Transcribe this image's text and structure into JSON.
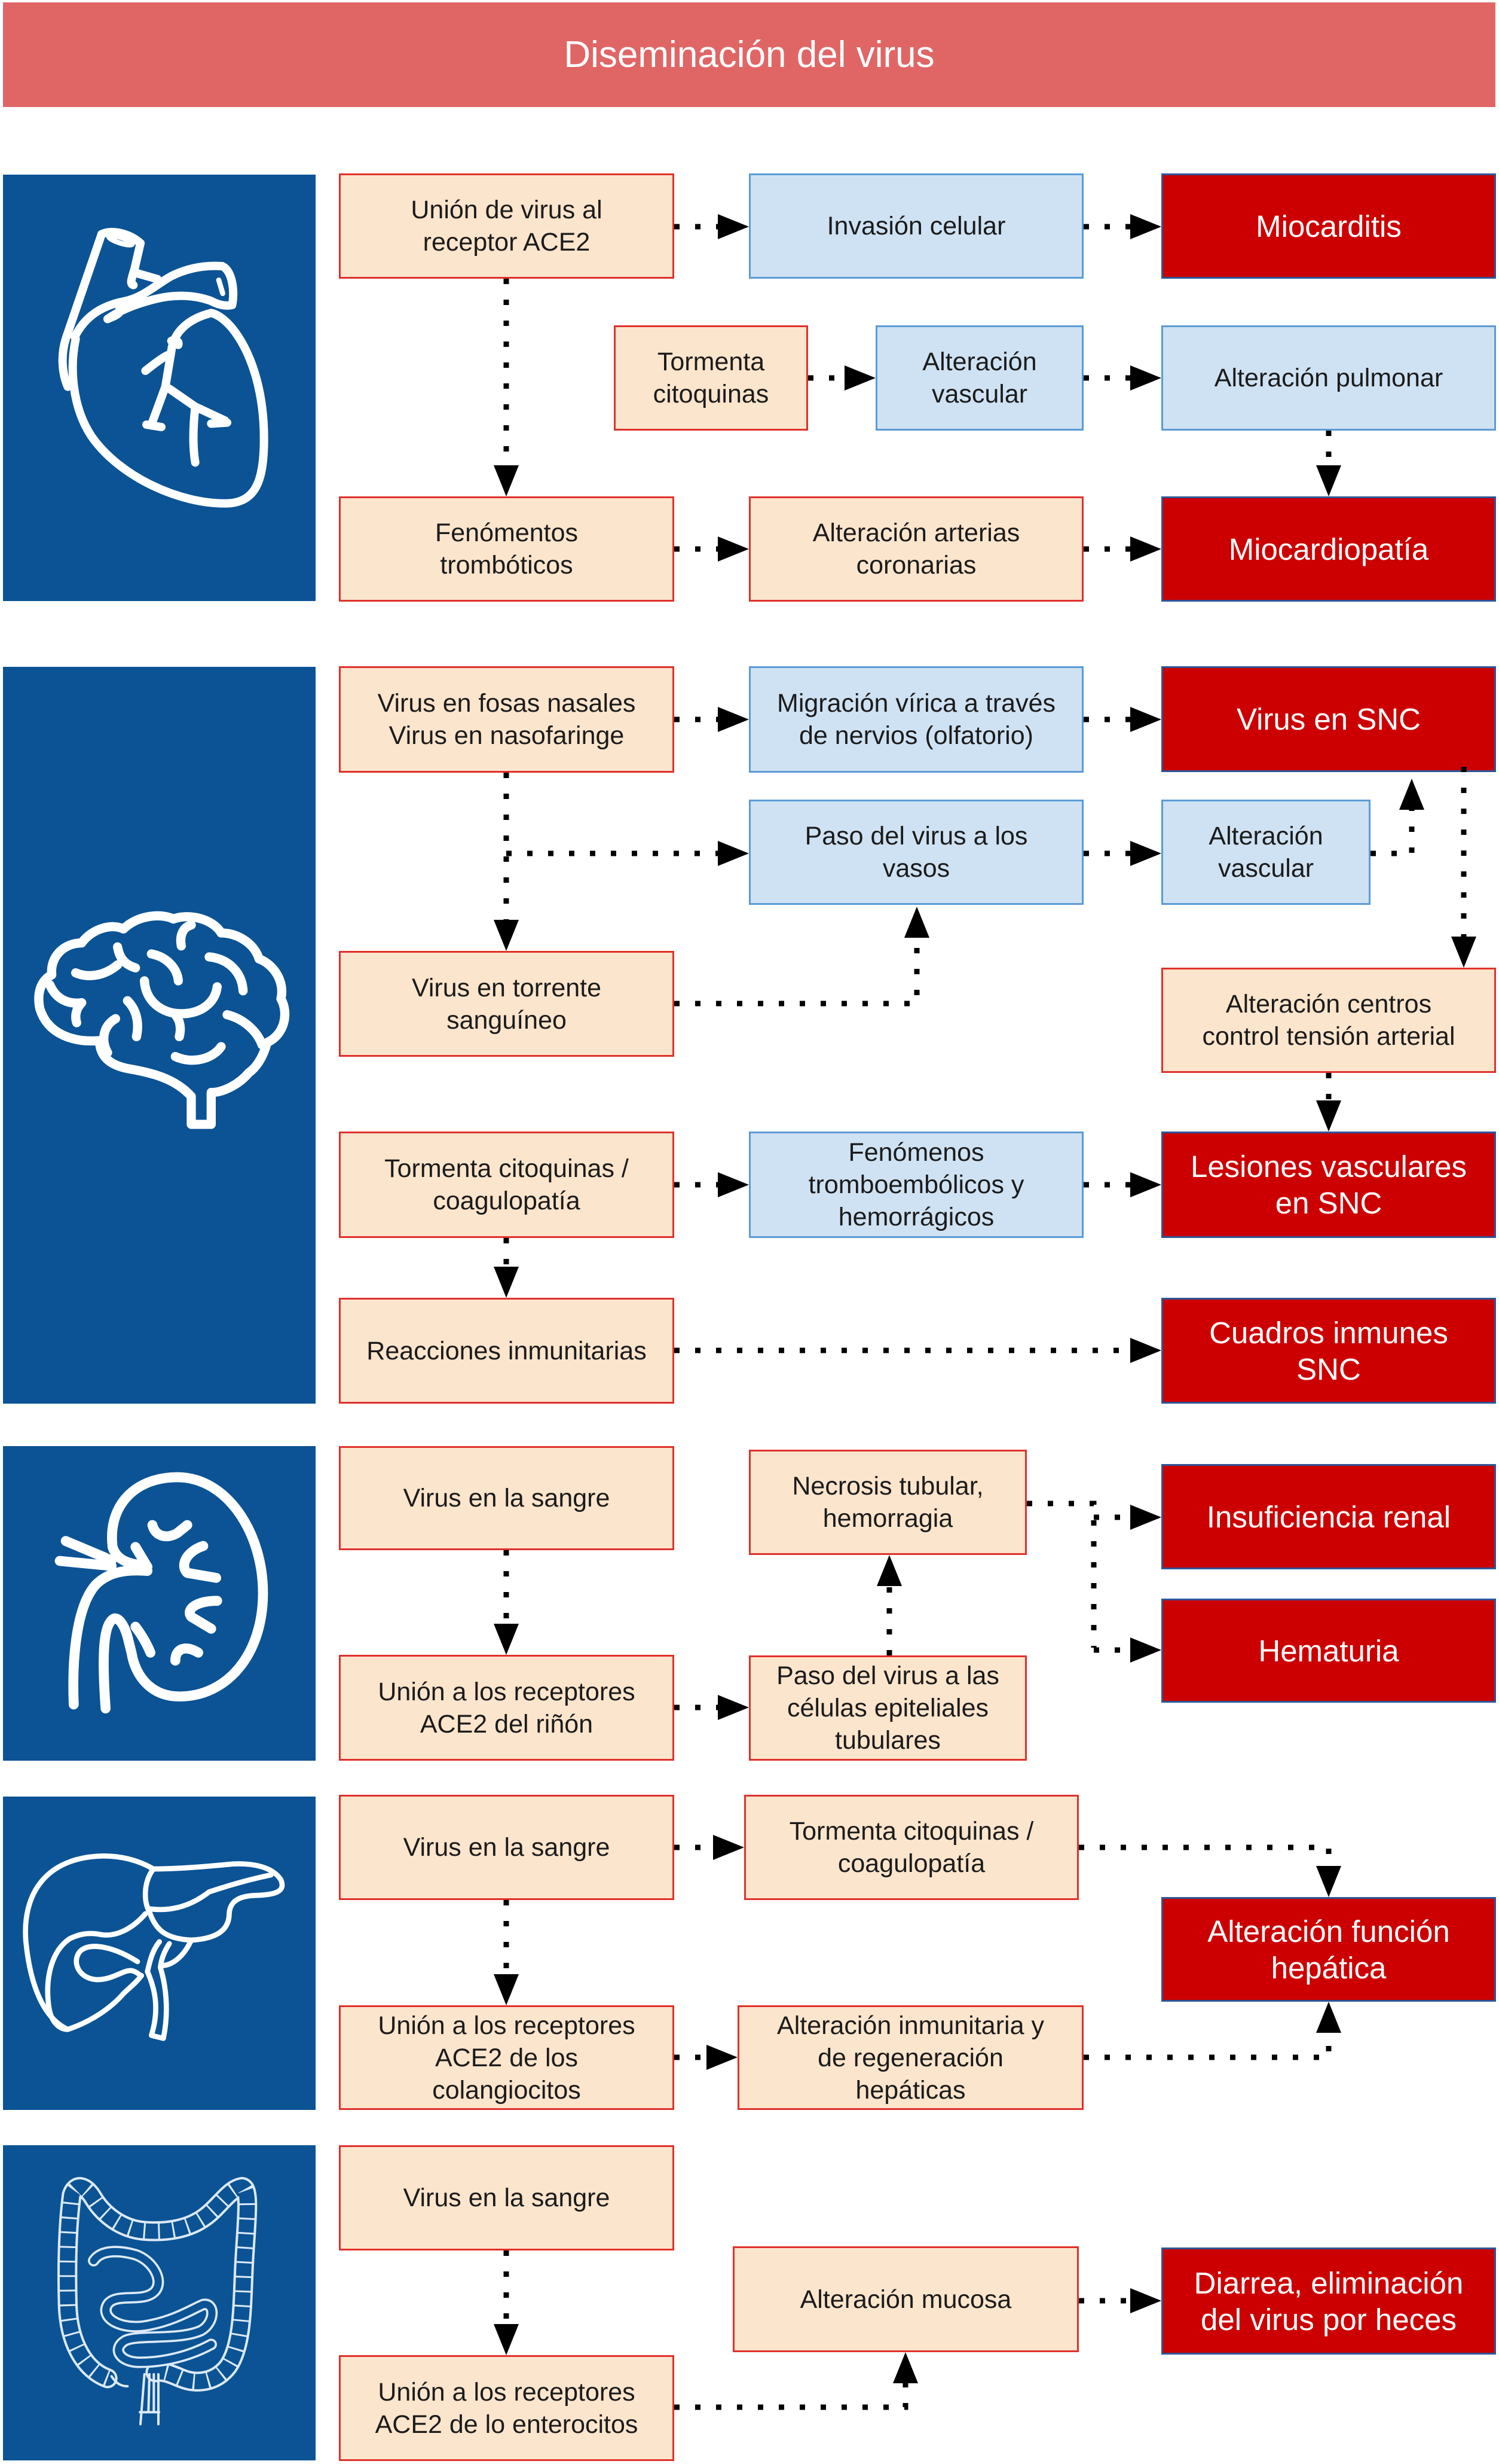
{
  "title": "Diseminación del virus",
  "palette": {
    "header": "#E06666",
    "organ_panel": "#0B5394",
    "cause_fill": "#FCE5CD",
    "cause_border": "#E0312B",
    "mechanism_fill": "#CFE2F3",
    "mechanism_border": "#5B9BD5",
    "outcome_fill": "#CC0000",
    "outcome_border": "#2F5597",
    "arrow": "#000000"
  },
  "sections": [
    {
      "icon": "heart-icon",
      "nodes": [
        {
          "kind": "cause",
          "text": "Unión de virus al\nreceptor ACE2"
        },
        {
          "kind": "mechanism",
          "text": "Invasión celular"
        },
        {
          "kind": "outcome",
          "text": "Miocarditis"
        },
        {
          "kind": "cause",
          "text": "Tormenta\ncitoquinas"
        },
        {
          "kind": "mechanism",
          "text": "Alteración\nvascular"
        },
        {
          "kind": "mechanism",
          "text": "Alteración pulmonar"
        },
        {
          "kind": "cause",
          "text": "Fenómentos\ntrombóticos"
        },
        {
          "kind": "cause",
          "text": "Alteración arterias\ncoronarias"
        },
        {
          "kind": "outcome",
          "text": "Miocardiopatía"
        }
      ],
      "edges": [
        [
          0,
          1
        ],
        [
          1,
          2
        ],
        [
          0,
          6
        ],
        [
          3,
          4
        ],
        [
          4,
          5
        ],
        [
          5,
          8
        ],
        [
          6,
          7
        ],
        [
          7,
          8
        ]
      ]
    },
    {
      "icon": "brain-icon",
      "nodes": [
        {
          "kind": "cause",
          "text": "Virus en fosas nasales\nVirus en nasofaringe"
        },
        {
          "kind": "mechanism",
          "text": "Migración vírica a través\nde nervios (olfatorio)"
        },
        {
          "kind": "outcome",
          "text": "Virus en SNC"
        },
        {
          "kind": "mechanism",
          "text": "Paso del virus a los\nvasos"
        },
        {
          "kind": "mechanism",
          "text": "Alteración\nvascular"
        },
        {
          "kind": "cause",
          "text": "Virus en torrente\nsanguíneo"
        },
        {
          "kind": "cause",
          "text": "Alteración centros\ncontrol tensión arterial"
        },
        {
          "kind": "cause",
          "text": "Tormenta citoquinas /\ncoagulopatía"
        },
        {
          "kind": "mechanism",
          "text": "Fenómenos\ntromboembólicos y\nhemorrágicos"
        },
        {
          "kind": "outcome",
          "text": "Lesiones vasculares\nen SNC"
        },
        {
          "kind": "cause",
          "text": "Reacciones inmunitarias"
        },
        {
          "kind": "outcome",
          "text": "Cuadros inmunes\nSNC"
        }
      ],
      "edges": [
        [
          0,
          1
        ],
        [
          1,
          2
        ],
        [
          0,
          5
        ],
        [
          0,
          3
        ],
        [
          3,
          4
        ],
        [
          4,
          2
        ],
        [
          2,
          6
        ],
        [
          5,
          3
        ],
        [
          6,
          9
        ],
        [
          7,
          8
        ],
        [
          8,
          9
        ],
        [
          7,
          10
        ],
        [
          10,
          11
        ]
      ]
    },
    {
      "icon": "kidney-icon",
      "nodes": [
        {
          "kind": "cause",
          "text": "Virus en la sangre"
        },
        {
          "kind": "cause",
          "text": "Necrosis tubular,\nhemorragia"
        },
        {
          "kind": "outcome",
          "text": "Insuficiencia renal"
        },
        {
          "kind": "outcome",
          "text": "Hematuria"
        },
        {
          "kind": "cause",
          "text": "Unión a los receptores\nACE2 del riñón"
        },
        {
          "kind": "cause",
          "text": "Paso del virus a las\ncélulas epiteliales\ntubulares"
        }
      ],
      "edges": [
        [
          0,
          4
        ],
        [
          4,
          5
        ],
        [
          5,
          1
        ],
        [
          1,
          2
        ],
        [
          1,
          3
        ]
      ]
    },
    {
      "icon": "liver-icon",
      "nodes": [
        {
          "kind": "cause",
          "text": "Virus en la sangre"
        },
        {
          "kind": "cause",
          "text": "Tormenta citoquinas /\ncoagulopatía"
        },
        {
          "kind": "outcome",
          "text": "Alteración función\nhepática"
        },
        {
          "kind": "cause",
          "text": "Unión a los receptores\nACE2 de los\ncolangiocitos"
        },
        {
          "kind": "cause",
          "text": "Alteración inmunitaria y\nde regeneración\nhepáticas"
        }
      ],
      "edges": [
        [
          0,
          1
        ],
        [
          0,
          3
        ],
        [
          1,
          2
        ],
        [
          3,
          4
        ],
        [
          4,
          2
        ]
      ]
    },
    {
      "icon": "intestine-icon",
      "nodes": [
        {
          "kind": "cause",
          "text": "Virus en la sangre"
        },
        {
          "kind": "cause",
          "text": "Alteración mucosa"
        },
        {
          "kind": "outcome",
          "text": "Diarrea, eliminación\ndel virus por heces"
        },
        {
          "kind": "cause",
          "text": "Unión a los receptores\nACE2 de lo enterocitos"
        }
      ],
      "edges": [
        [
          0,
          3
        ],
        [
          3,
          1
        ],
        [
          1,
          2
        ]
      ]
    }
  ]
}
